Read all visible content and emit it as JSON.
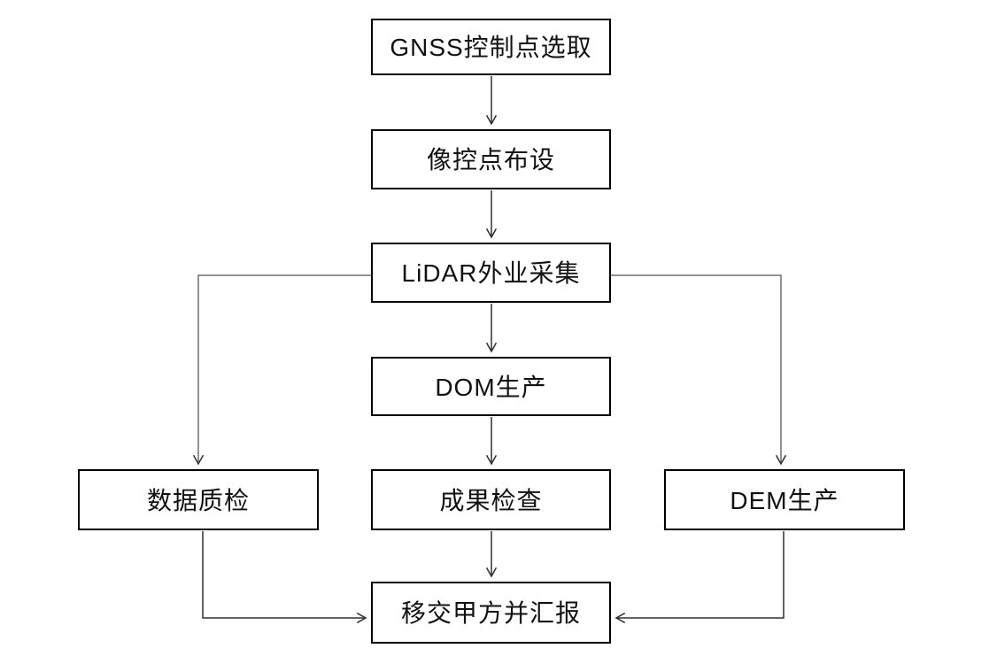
{
  "diagram": {
    "type": "flowchart",
    "background_color": "#ffffff",
    "box_border_color": "#000000",
    "text_color": "#111111",
    "connector_color": "#303030",
    "branch_connector_color": "#6e6e6e",
    "nodes": {
      "gnss": {
        "label": "GNSS控制点选取"
      },
      "imgctrl": {
        "label": "像控点布设"
      },
      "lidar": {
        "label": "LiDAR外业采集"
      },
      "dom": {
        "label": "DOM生产"
      },
      "qc": {
        "label": "数据质检"
      },
      "check": {
        "label": "成果检查"
      },
      "dem": {
        "label": "DEM生产"
      },
      "handover": {
        "label": "移交甲方并汇报"
      }
    },
    "edges": [
      {
        "from": "GNSS控制点选取",
        "to": "像控点布设"
      },
      {
        "from": "像控点布设",
        "to": "LiDAR外业采集"
      },
      {
        "from": "LiDAR外业采集",
        "to": "DOM生产"
      },
      {
        "from": "LiDAR外业采集",
        "to": "数据质检"
      },
      {
        "from": "LiDAR外业采集",
        "to": "DEM生产"
      },
      {
        "from": "DOM生产",
        "to": "成果检查"
      },
      {
        "from": "成果检查",
        "to": "移交甲方并汇报"
      },
      {
        "from": "数据质检",
        "to": "移交甲方并汇报"
      },
      {
        "from": "DEM生产",
        "to": "移交甲方并汇报"
      }
    ]
  }
}
